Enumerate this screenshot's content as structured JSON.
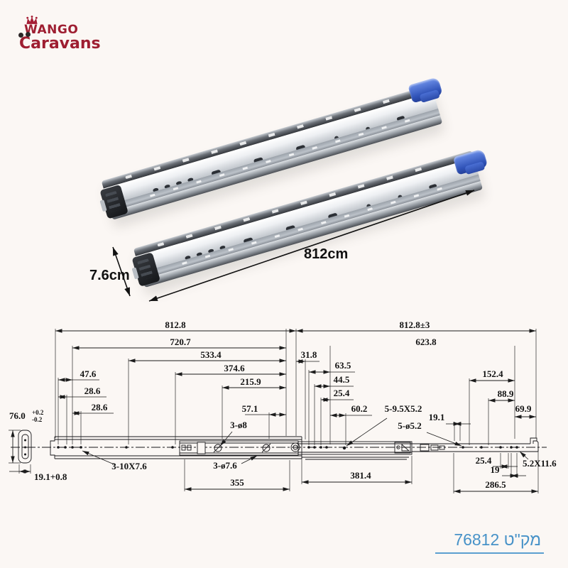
{
  "logo": {
    "line1": "WANGO",
    "line2": "Caravans"
  },
  "photo": {
    "length_label": "812cm",
    "width_label": "7.6cm"
  },
  "drawing": {
    "dims": {
      "total_left": "812.8",
      "total_right": "812.8±3",
      "d720_7": "720.7",
      "d533_4": "533.4",
      "d374_6": "374.6",
      "d215_9": "215.9",
      "d57_1": "57.1",
      "d47_6": "47.6",
      "d28_6a": "28.6",
      "d28_6b": "28.6",
      "d76": "76.0",
      "d76_tol_plus": "+0.2",
      "d76_tol_minus": "-0.2",
      "d19_1_0_8": "19.1+0.8",
      "d31_8": "31.8",
      "d623_8": "623.8",
      "d63_5": "63.5",
      "d44_5": "44.5",
      "d25_4a": "25.4",
      "d60_2": "60.2",
      "slot_5_9_5": "5-9.5X5.2",
      "d19_1": "19.1",
      "d152_4": "152.4",
      "d88_9": "88.9",
      "d69_9": "69.9",
      "hole_5_5_2": "5-ø5.2",
      "hole_3_10x7_6": "3-10X7.6",
      "hole_3_8": "3-ø8",
      "hole_3_7_6": "3-ø7.6",
      "d355": "355",
      "d381_4": "381.4",
      "d286_5": "286.5",
      "d25_4b": "25.4",
      "d19": "19",
      "slot_5_2x11_6": "5.2X11.6"
    }
  },
  "footer": {
    "sku": "מק\"ט 76812"
  },
  "colors": {
    "brand_red": "#9e1e31",
    "link_blue": "#4792c8",
    "handle_blue": "#3053b8",
    "line": "#1c1c1c"
  }
}
